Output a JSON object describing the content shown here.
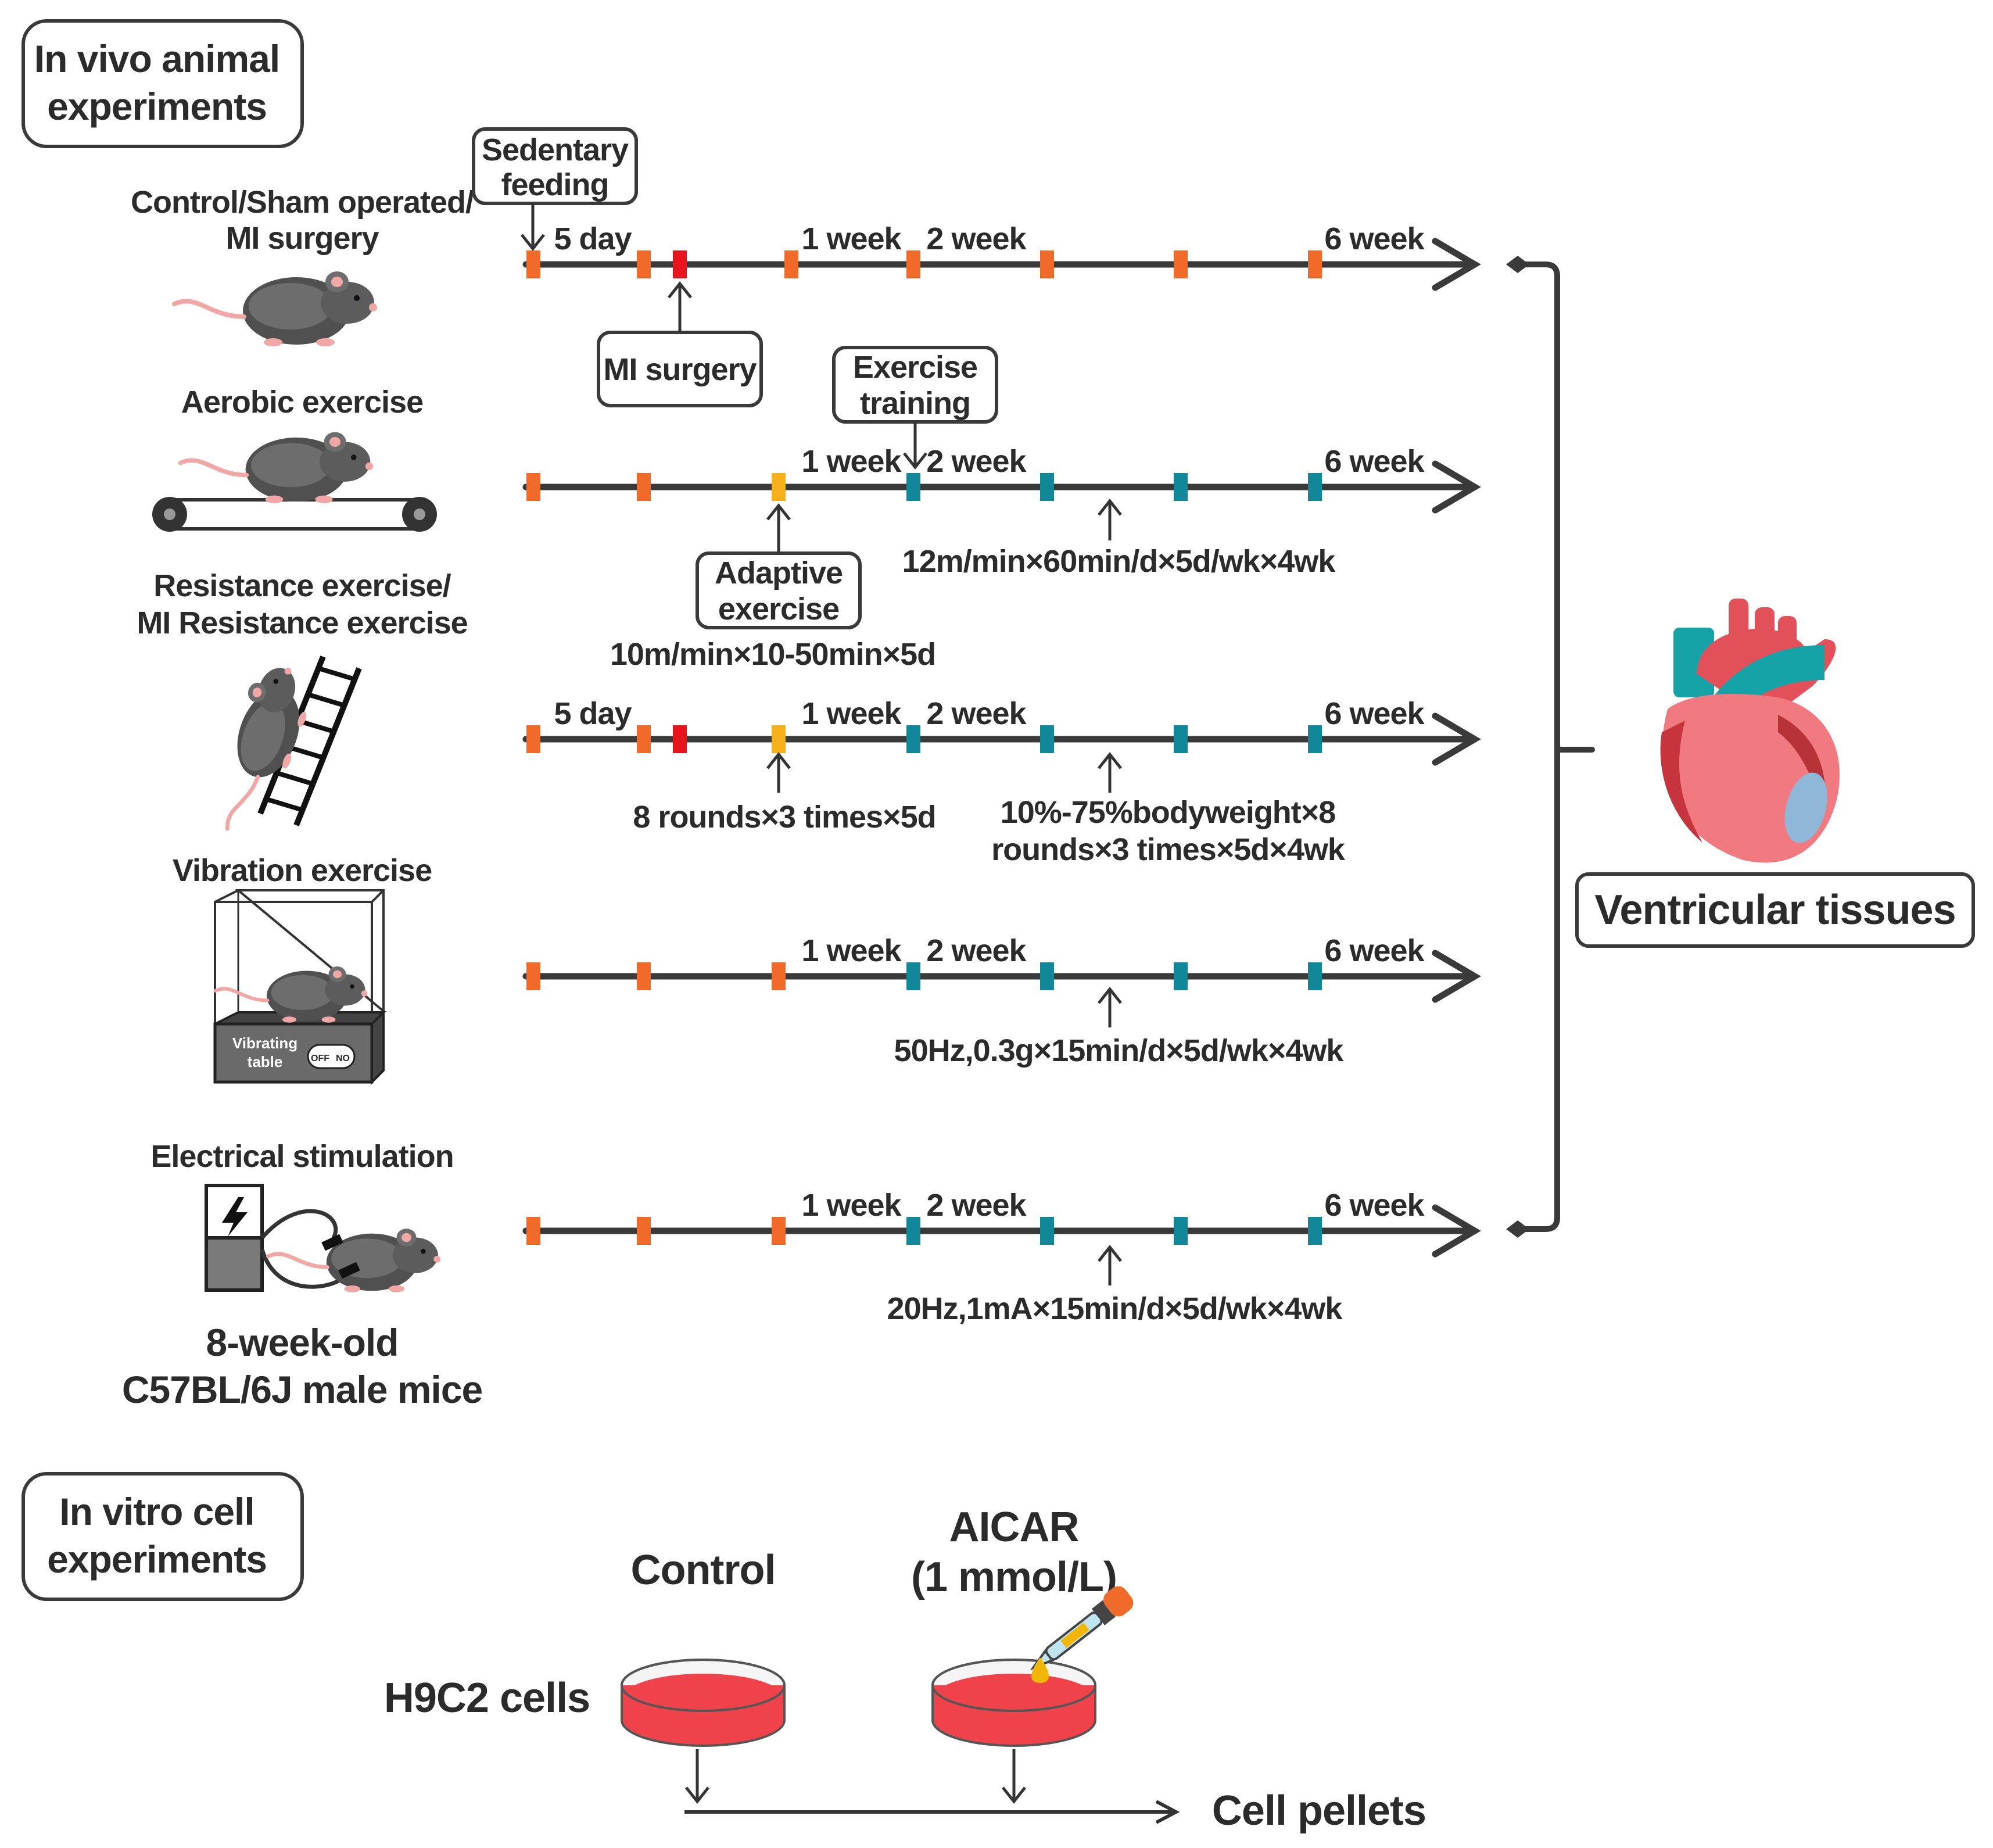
{
  "sections": {
    "in_vivo": [
      "In vivo animal",
      "experiments"
    ],
    "in_vitro": [
      "In vitro cell",
      "experiments"
    ]
  },
  "mice_note": [
    "8-week-old",
    "C57BL/6J male mice"
  ],
  "groups": [
    {
      "label": [
        "Control/Sham operated/",
        "MI surgery"
      ]
    },
    {
      "label": [
        "Aerobic exercise"
      ]
    },
    {
      "label": [
        "Resistance exercise/",
        "MI Resistance exercise"
      ]
    },
    {
      "label": [
        "Vibration exercise"
      ]
    },
    {
      "label": [
        "Electrical stimulation"
      ]
    }
  ],
  "vibrating_table": {
    "label": [
      "Vibrating",
      "table"
    ],
    "switch_off": "OFF",
    "switch_on": "NO"
  },
  "time_labels": {
    "day5": "5 day",
    "week1": "1 week",
    "week2": "2 week",
    "week6": "6 week"
  },
  "callouts": {
    "sedentary": [
      "Sedentary",
      "feeding"
    ],
    "mi_surgery": "MI surgery",
    "exercise_training": [
      "Exercise",
      "training"
    ],
    "adaptive": [
      "Adaptive",
      "exercise"
    ]
  },
  "protocols": {
    "adaptive_aerobic": "10m/min×10-50min×5d",
    "aerobic": "12m/min×60min/d×5d/wk×4wk",
    "adaptive_resistance": "8 rounds×3 times×5d",
    "resistance": [
      "10%-75%bodyweight×8",
      "rounds×3 times×5d×4wk"
    ],
    "vibration": "50Hz,0.3g×15min/d×5d/wk×4wk",
    "electrical": "20Hz,1mA×15min/d×5d/wk×4wk"
  },
  "output": "Ventricular tissues",
  "in_vitro": {
    "cells": "H9C2 cells",
    "control": "Control",
    "treatment": [
      "AICAR",
      "(1 mmol/L)"
    ],
    "result": "Cell pellets"
  },
  "colors": {
    "baseline_marker": "#f26a2a",
    "surgery_marker": "#e8141c",
    "adaptive_marker": "#f6b11a",
    "training_marker": "#11889a",
    "line": "#3a3a3a",
    "dish_medium": "#f0424a"
  }
}
